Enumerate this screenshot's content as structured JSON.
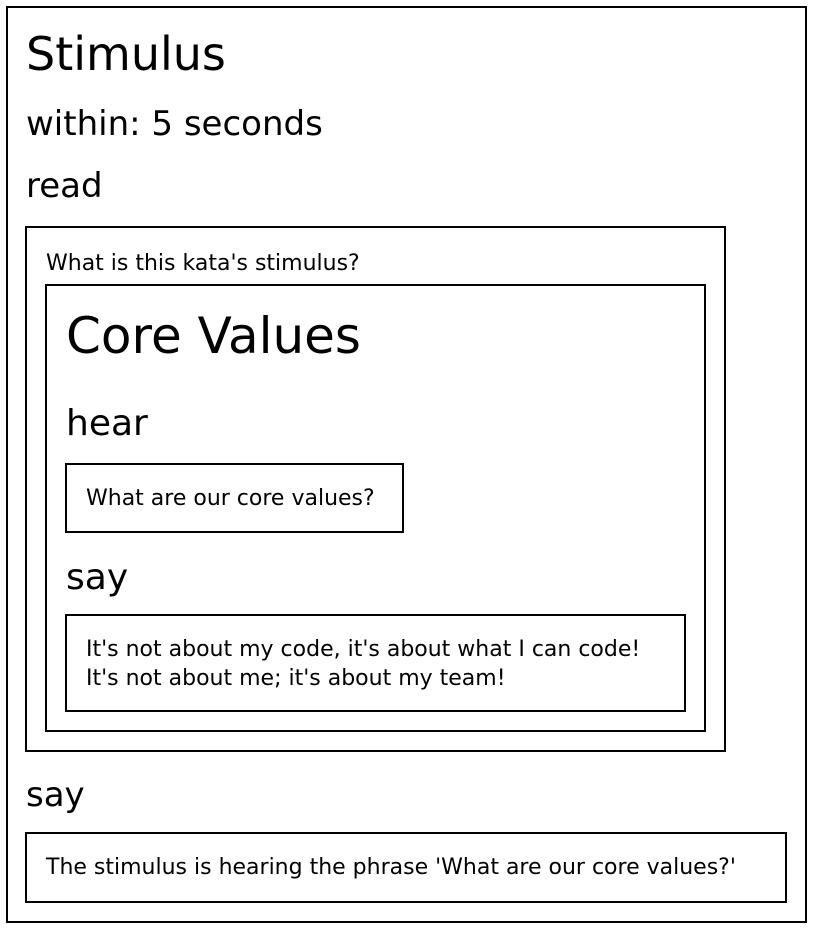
{
  "title": "Stimulus",
  "within": "within: 5 seconds",
  "read": {
    "label": "read",
    "question": "What is this kata's stimulus?",
    "card": {
      "title": "Core Values",
      "hear_label": "hear",
      "hear_text": "What are our core values?",
      "say_label": "say",
      "say_lines": [
        "It's not about my code, it's about what I can code!",
        "It's not about me; it's about my team!"
      ]
    }
  },
  "say": {
    "label": "say",
    "text": "The stimulus is hearing the phrase 'What are our core values?'"
  }
}
